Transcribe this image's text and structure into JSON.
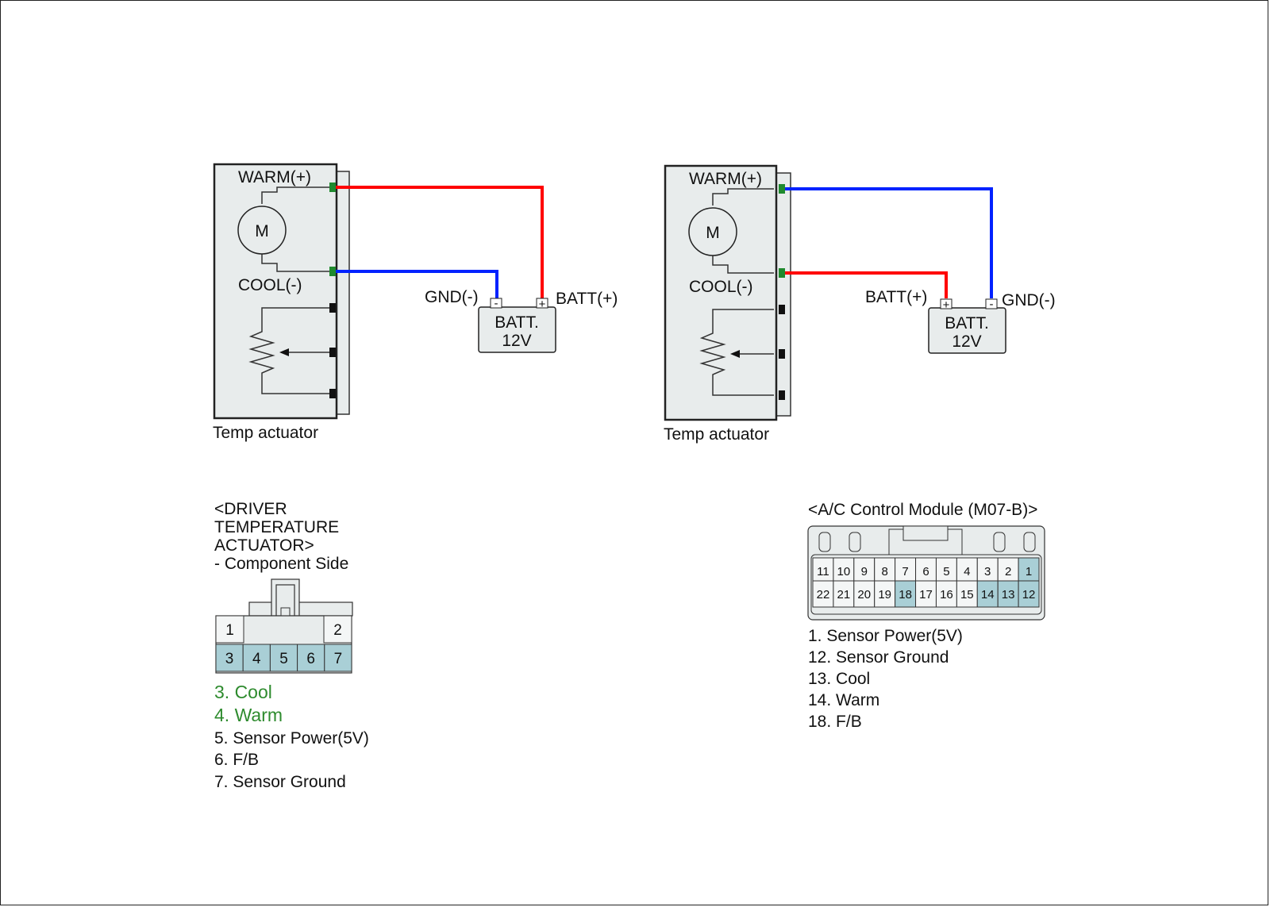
{
  "diagram_left": {
    "terminal_warm": "WARM(+)",
    "terminal_cool": "COOL(-)",
    "motor": "M",
    "label_gnd": "GND(-)",
    "label_batt": "BATT(+)",
    "battery_line1": "BATT.",
    "battery_line2": "12V",
    "neg_sign": "-",
    "pos_sign": "+",
    "caption": "Temp actuator",
    "wire_warm_color": "#ff0000",
    "wire_cool_color": "#0022ff"
  },
  "diagram_right": {
    "terminal_warm": "WARM(+)",
    "terminal_cool": "COOL(-)",
    "motor": "M",
    "label_gnd": "GND(-)",
    "label_batt": "BATT(+)",
    "battery_line1": "BATT.",
    "battery_line2": "12V",
    "neg_sign": "-",
    "pos_sign": "+",
    "caption": "Temp actuator",
    "wire_warm_color": "#0022ff",
    "wire_cool_color": "#ff0000"
  },
  "actuator_connector": {
    "title_lines": [
      "<DRIVER",
      "TEMPERATURE",
      "ACTUATOR>",
      "- Component Side"
    ],
    "top_pins": [
      "1",
      "2"
    ],
    "bottom_pins": [
      "3",
      "4",
      "5",
      "6",
      "7"
    ],
    "highlighted_pins": [
      "3",
      "4",
      "5",
      "6",
      "7"
    ],
    "highlight_color": "#a9cfd6",
    "legend": [
      {
        "text": "3. Cool",
        "color": "#2e8b2e"
      },
      {
        "text": "4. Warm",
        "color": "#2e8b2e"
      },
      {
        "text": "5. Sensor Power(5V)",
        "color": "#111111"
      },
      {
        "text": "6. F/B",
        "color": "#111111"
      },
      {
        "text": "7. Sensor Ground",
        "color": "#111111"
      }
    ]
  },
  "module_connector": {
    "title": "<A/C Control Module (M07-B)>",
    "top_pins": [
      "11",
      "10",
      "9",
      "8",
      "7",
      "6",
      "5",
      "4",
      "3",
      "2",
      "1"
    ],
    "bottom_pins": [
      "22",
      "21",
      "20",
      "19",
      "18",
      "17",
      "16",
      "15",
      "14",
      "13",
      "12"
    ],
    "highlighted_pins": [
      "1",
      "12",
      "13",
      "14",
      "18"
    ],
    "highlight_color": "#a9cfd6",
    "legend": [
      "1. Sensor Power(5V)",
      "12. Sensor Ground",
      "13. Cool",
      "14. Warm",
      "18. F/B"
    ]
  },
  "colors": {
    "body_fill": "#e8ecec",
    "terminal_green": "#1f8a2e",
    "terminal_black": "#111111"
  }
}
